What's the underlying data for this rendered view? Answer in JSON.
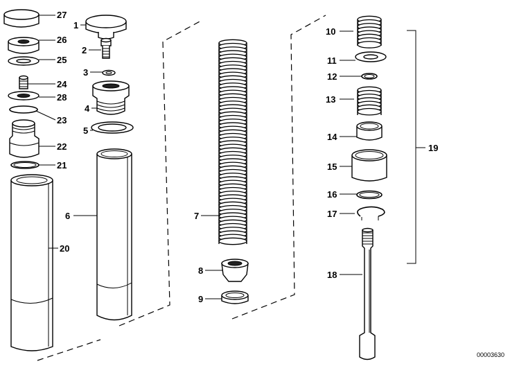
{
  "diagram": {
    "labels": {
      "p1": "1",
      "p2": "2",
      "p3": "3",
      "p4": "4",
      "p5": "5",
      "p6": "6",
      "p7": "7",
      "p8": "8",
      "p9": "9",
      "p10": "10",
      "p11": "11",
      "p12": "12",
      "p13": "13",
      "p14": "14",
      "p15": "15",
      "p16": "16",
      "p17": "17",
      "p18": "18",
      "p19": "19",
      "p20": "20",
      "p21": "21",
      "p22": "22",
      "p23": "23",
      "p24": "24",
      "p25": "25",
      "p26": "26",
      "p27": "27",
      "p28": "28"
    },
    "reference_number": "00003630"
  }
}
